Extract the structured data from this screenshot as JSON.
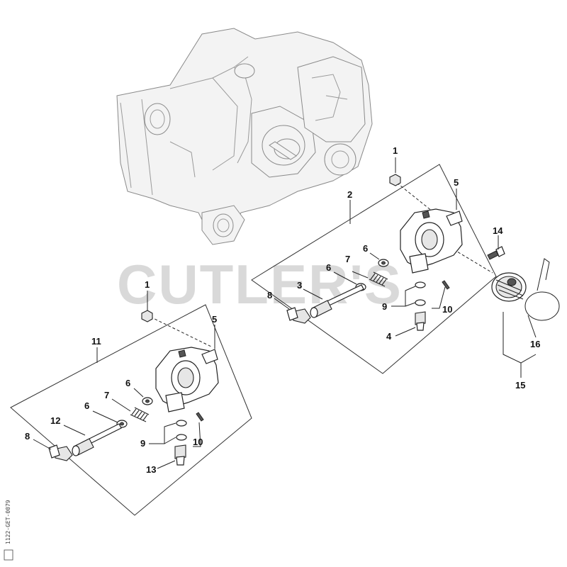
{
  "watermark": "CUTLER'S",
  "drawing_code": "1122-GET-0079",
  "callouts": {
    "c1_top": "1",
    "c2": "2",
    "c5_top": "5",
    "c6_a": "6",
    "c7_a": "7",
    "c6_b": "6",
    "c3": "3",
    "c8_a": "8",
    "c9_a": "9",
    "c10_a": "10",
    "c4": "4",
    "c14": "14",
    "c16": "16",
    "c15": "15",
    "c1_low": "1",
    "c5_low": "5",
    "c11": "11",
    "c6_c": "6",
    "c7_b": "7",
    "c6_d": "6",
    "c12": "12",
    "c8_b": "8",
    "c9_b": "9",
    "c10_b": "10",
    "c13": "13"
  }
}
